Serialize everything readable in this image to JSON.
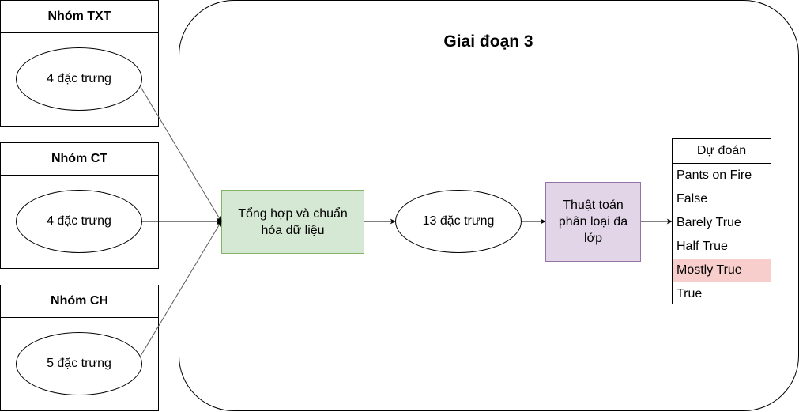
{
  "groups": [
    {
      "title": "Nhóm TXT",
      "feature": "4 đặc trưng"
    },
    {
      "title": "Nhóm CT",
      "feature": "4 đặc trưng"
    },
    {
      "title": "Nhóm CH",
      "feature": "5 đặc trưng"
    }
  ],
  "stage": {
    "title": "Giai đoạn 3"
  },
  "aggregate": {
    "label": "Tổng hợp và chuẩn hóa dữ liệu"
  },
  "features": {
    "label": "13 đặc trưng"
  },
  "algorithm": {
    "label": "Thuật toán phân loại đa lớp"
  },
  "prediction": {
    "header": "Dự đoán",
    "items": [
      "Pants on Fire",
      "False",
      "Barely True",
      "Half True",
      "Mostly True",
      "True"
    ],
    "highlighted": "Mostly True"
  },
  "colors": {
    "aggregate_fill": "#d5e8d4",
    "algorithm_fill": "#e1d5e7",
    "highlight_fill": "#f8cecc"
  }
}
